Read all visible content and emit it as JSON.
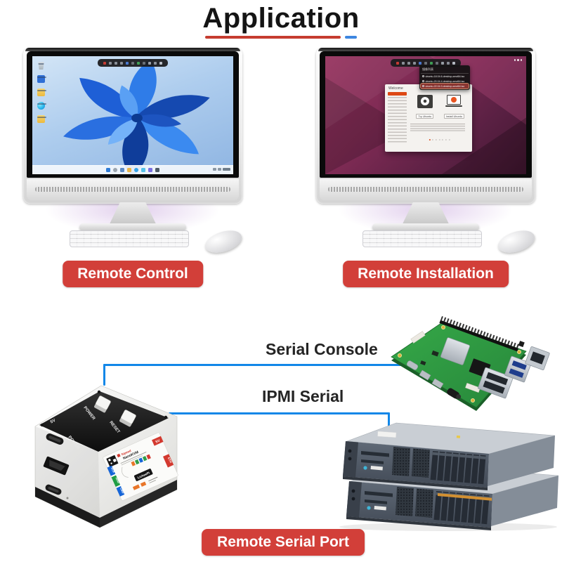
{
  "header": {
    "title": "Application",
    "underline_red": "#c63c30",
    "underline_blue": "#3d86e0"
  },
  "scenes": {
    "remote_control": {
      "label": "Remote Control"
    },
    "remote_installation": {
      "label": "Remote Installation"
    },
    "remote_serial": {
      "label": "Remote Serial Port"
    }
  },
  "connections": {
    "serial_console": "Serial Console",
    "ipmi_serial": "IPMI Serial",
    "line_color": "#1287e8"
  },
  "kvm_toolbar_icons": [
    "record-icon",
    "screenshot-icon",
    "keyboard-icon",
    "mouse-icon",
    "clipboard-icon",
    "display-icon",
    "power-icon",
    "network-icon",
    "settings-icon",
    "fullscreen-icon",
    "close-icon"
  ],
  "windows_desktop_icons": [
    "recycle-bin-icon",
    "app-icon",
    "folder-icon",
    "edge-icon",
    "folder-icon"
  ],
  "ubuntu": {
    "iso_menu": {
      "title": "镜像列表",
      "items": [
        "ubuntu-18.04.6-desktop-amd64.iso",
        "ubuntu-20.04.4-desktop-amd64.iso",
        "ubuntu-22.04.3-desktop-amd64.iso"
      ],
      "active_index": 2
    },
    "welcome": {
      "title": "Welcome",
      "try_label": "Try Ubuntu",
      "install_label": "Install Ubuntu"
    }
  },
  "device": {
    "button_power": "POWER",
    "button_reset": "RESET",
    "top_label_5v": "5V",
    "top_label_power": "POWER",
    "sticker": {
      "brand_line1": "Sipeed",
      "brand_line2": "NanoKVM",
      "logo": "LicheePi",
      "port_aux": "AUX",
      "port_hdmi": "HDMI",
      "port_cmd": "CMD",
      "port_eth": "ETH",
      "port_5v": "5V"
    }
  },
  "colors": {
    "label_red": "#d23f39",
    "connector_blue": "#1287e8"
  }
}
